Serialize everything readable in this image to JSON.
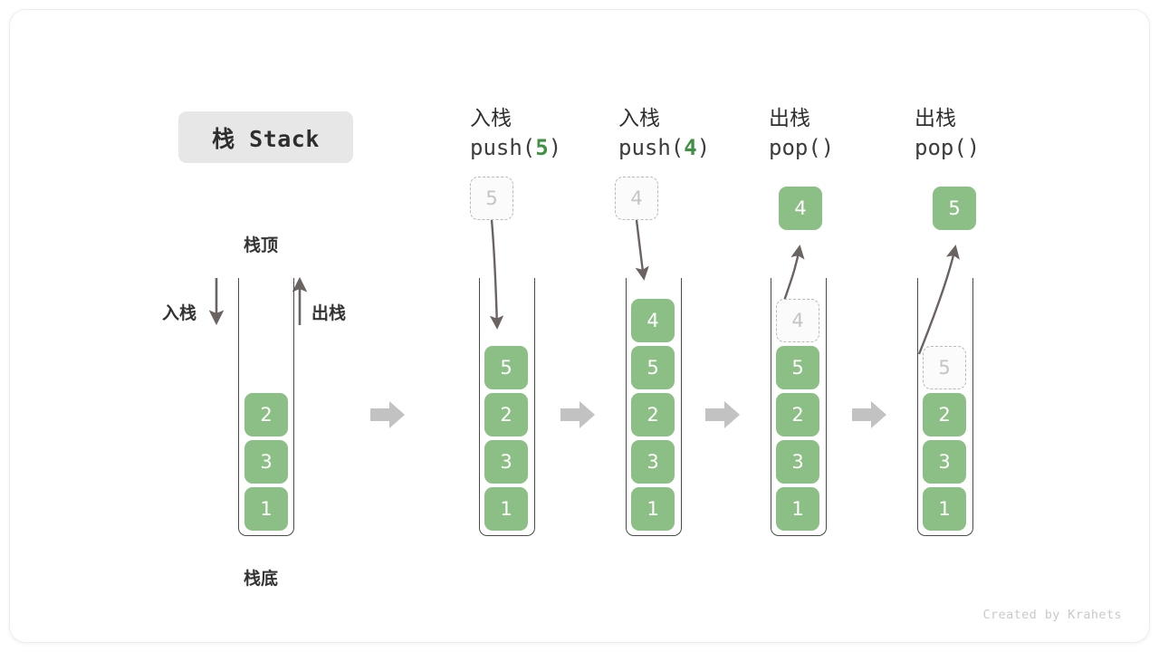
{
  "title": "栈 Stack",
  "credit": "Created by Krahets",
  "colors": {
    "element_fill": "#8cbf85",
    "element_text": "#ffffff",
    "ghost_border": "#b9b9b9",
    "ghost_text": "#c4c4c4",
    "accent_green": "#3f9142",
    "container_stroke": "#4a4a4a",
    "step_arrow": "#c2c2c2",
    "chip_bg": "#e7e7e7"
  },
  "annotations": {
    "top": "栈顶",
    "bottom": "栈底",
    "push": "入栈",
    "pop": "出栈"
  },
  "stages": [
    {
      "id": "initial",
      "op_cn": "",
      "op_code": "",
      "op_code_num": "",
      "elements": [
        "2",
        "3",
        "1"
      ],
      "floating": null,
      "ghost_slot": null
    },
    {
      "id": "push-5",
      "op_cn": "入栈",
      "op_code_prefix": "push(",
      "op_code_num": "5",
      "op_code_suffix": ")",
      "elements": [
        "5",
        "2",
        "3",
        "1"
      ],
      "floating": {
        "value": "5",
        "kind": "ghost"
      },
      "ghost_slot": null
    },
    {
      "id": "push-4",
      "op_cn": "入栈",
      "op_code_prefix": "push(",
      "op_code_num": "4",
      "op_code_suffix": ")",
      "elements": [
        "4",
        "5",
        "2",
        "3",
        "1"
      ],
      "floating": {
        "value": "4",
        "kind": "ghost"
      },
      "ghost_slot": null
    },
    {
      "id": "pop-4",
      "op_cn": "出栈",
      "op_code_prefix": "pop(",
      "op_code_num": "",
      "op_code_suffix": ")",
      "elements": [
        "5",
        "2",
        "3",
        "1"
      ],
      "floating": {
        "value": "4",
        "kind": "solid"
      },
      "ghost_slot": "4"
    },
    {
      "id": "pop-5",
      "op_cn": "出栈",
      "op_code_prefix": "pop(",
      "op_code_num": "",
      "op_code_suffix": ")",
      "elements": [
        "2",
        "3",
        "1"
      ],
      "floating": {
        "value": "5",
        "kind": "solid"
      },
      "ghost_slot": "5"
    }
  ],
  "cells": {
    "s0_e0": "2",
    "s0_e1": "3",
    "s0_e2": "1",
    "s1_float": "5",
    "s1_e0": "5",
    "s1_e1": "2",
    "s1_e2": "3",
    "s1_e3": "1",
    "s2_float": "4",
    "s2_e0": "4",
    "s2_e1": "5",
    "s2_e2": "2",
    "s2_e3": "3",
    "s2_e4": "1",
    "s3_float": "4",
    "s3_ghost": "4",
    "s3_e0": "5",
    "s3_e1": "2",
    "s3_e2": "3",
    "s3_e3": "1",
    "s4_float": "5",
    "s4_ghost": "5",
    "s4_e0": "2",
    "s4_e1": "3",
    "s4_e2": "1"
  },
  "ops": {
    "push1_cn": "入栈",
    "push1_prefix": "push(",
    "push1_num": "5",
    "push1_suffix": ")",
    "push2_cn": "入栈",
    "push2_prefix": "push(",
    "push2_num": "4",
    "push2_suffix": ")",
    "pop1_cn": "出栈",
    "pop1_code": "pop()",
    "pop2_cn": "出栈",
    "pop2_code": "pop()"
  }
}
